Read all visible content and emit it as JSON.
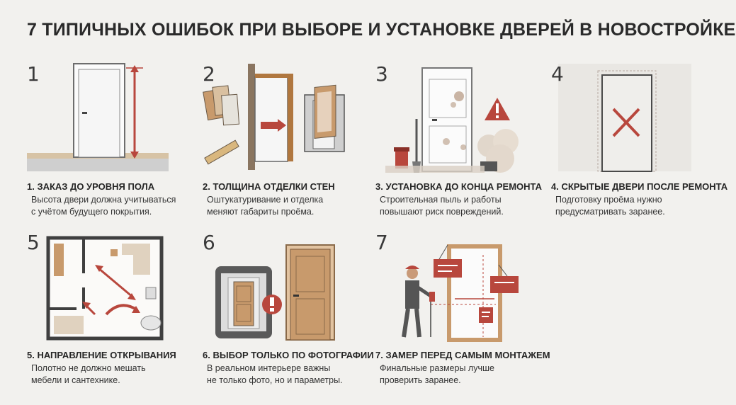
{
  "title": "7 ТИПИЧНЫХ ОШИБОК ПРИ ВЫБОРЕ И УСТАНОВКЕ ДВЕРЕЙ В НОВОСТРОЙКЕ",
  "cards": [
    {
      "number": "1",
      "title": "1. ЗАКАЗ ДО УРОВНЯ ПОЛА",
      "line1": "Высота двери должна учитываться",
      "line2": "с учётом будущего покрытия."
    },
    {
      "number": "2",
      "title": "2. ТОЛЩИНА ОТДЕЛКИ СТЕН",
      "line1": "Оштукатуривание и отделка",
      "line2": "меняют габариты проёма."
    },
    {
      "number": "3",
      "title": "3. УСТАНОВКА ДО КОНЦА РЕМОНТА",
      "line1": "Строительная пыль и работы",
      "line2": "повышают риск повреждений."
    },
    {
      "number": "4",
      "title": "4. СКРЫТЫЕ ДВЕРИ ПОСЛЕ РЕМОНТА",
      "line1": "Подготовку проёма нужно",
      "line2": "предусматривать заранее."
    },
    {
      "number": "5",
      "title": "5. НАПРАВЛЕНИЕ ОТКРЫВАНИЯ",
      "line1": "Полотно не должно мешать",
      "line2": "мебели и сантехнике."
    },
    {
      "number": "6",
      "title": "6. ВЫБОР ТОЛЬКО ПО ФОТОГРАФИИ",
      "line1": "В реальном интерьере важны",
      "line2": "не только фото, но и параметры."
    },
    {
      "number": "7",
      "title": "7. ЗАМЕР ПЕРЕД САМЫМ МОНТАЖЕМ",
      "line1": "Финальные размеры лучше",
      "line2": "проверить заранее."
    }
  ],
  "colors": {
    "accent": "#b8473d",
    "wood": "#c89a6c",
    "background": "#f2f1ee"
  }
}
